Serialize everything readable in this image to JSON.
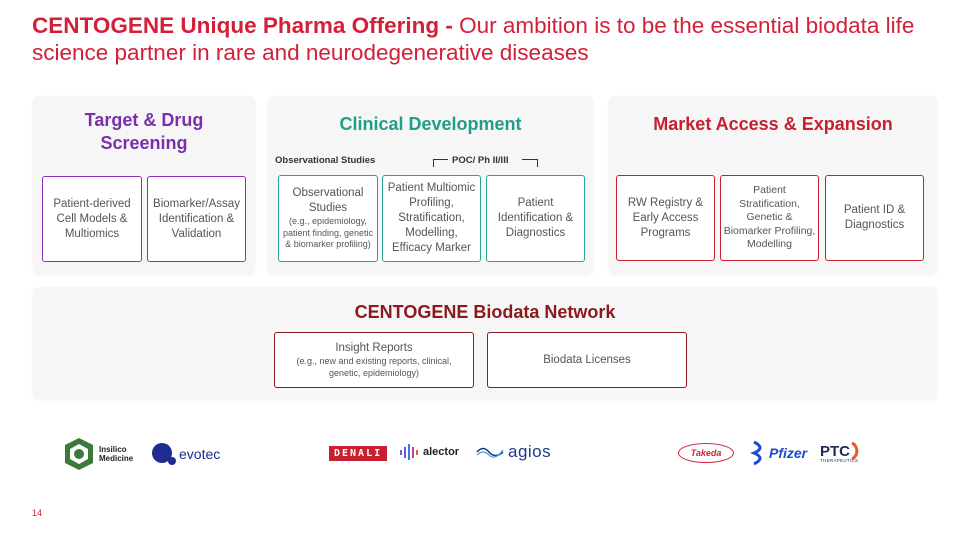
{
  "header": {
    "title_bold": "CENTOGENE Unique Pharma Offering - ",
    "title_rest": "Our ambition is to be the essential biodata life science partner in rare and neurodegenerative diseases"
  },
  "target_drug": {
    "title": "Target & Drug Screening",
    "cards": [
      "Patient-derived Cell Models & Multiomics",
      "Biomarker/Assay Identification & Validation"
    ]
  },
  "clinical": {
    "title": "Clinical Development",
    "label_observational": "Observational Studies",
    "label_poc": "POC/ Ph II/III",
    "card1_title": "Observational Studies",
    "card1_detail": "(e.g., epidemiology, patient finding, genetic & biomarker profiling)",
    "card2": "Patient Multiomic Profiling, Stratification, Modelling, Efficacy Marker",
    "card3": "Patient Identification & Diagnostics"
  },
  "market": {
    "title": "Market Access & Expansion",
    "cards": [
      "RW Registry & Early Access Programs",
      "Patient Stratification, Genetic & Biomarker Profiling, Modelling",
      "Patient ID & Diagnostics"
    ]
  },
  "network": {
    "title": "CENTOGENE Biodata Network",
    "card1_title": "Insight Reports",
    "card1_detail": "(e.g., new and existing reports, clinical, genetic, epidemiology)",
    "card2": "Biodata Licenses"
  },
  "logos": {
    "insilico": "Insilico Medicine",
    "evotec": "evotec",
    "denali": "DENALI",
    "alector": "alector",
    "agios": "agios",
    "takeda": "Takeda",
    "pfizer": "Pfizer",
    "ptc": "PTC",
    "ptc_sub": "THERAPEUTICS"
  },
  "page_number": "14",
  "colors": {
    "brand_red": "#d31f37",
    "purple": "#7b2fa8",
    "teal": "#1f9e8a",
    "dark_red": "#8a1a1e"
  }
}
